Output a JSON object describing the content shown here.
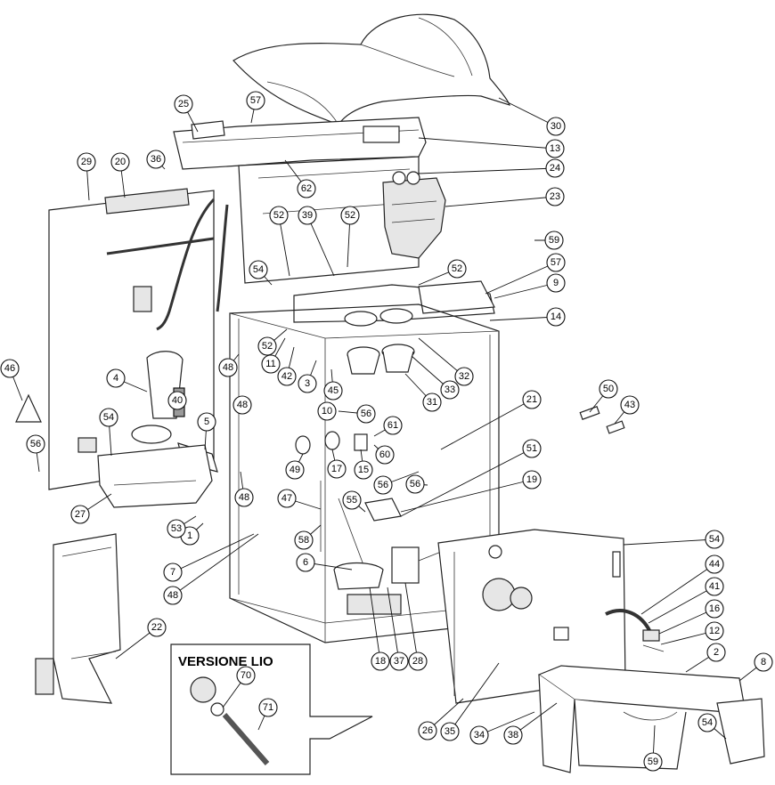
{
  "inset": {
    "title": "VERSIONE LIO"
  },
  "callouts": [
    {
      "label": "1"
    },
    {
      "label": "2"
    },
    {
      "label": "3"
    },
    {
      "label": "4"
    },
    {
      "label": "5"
    },
    {
      "label": "6"
    },
    {
      "label": "7"
    },
    {
      "label": "8"
    },
    {
      "label": "9"
    },
    {
      "label": "10"
    },
    {
      "label": "11"
    },
    {
      "label": "12"
    },
    {
      "label": "13"
    },
    {
      "label": "14"
    },
    {
      "label": "15"
    },
    {
      "label": "16"
    },
    {
      "label": "17"
    },
    {
      "label": "18"
    },
    {
      "label": "19"
    },
    {
      "label": "20"
    },
    {
      "label": "21"
    },
    {
      "label": "22"
    },
    {
      "label": "23"
    },
    {
      "label": "24"
    },
    {
      "label": "25"
    },
    {
      "label": "26"
    },
    {
      "label": "27"
    },
    {
      "label": "28"
    },
    {
      "label": "29"
    },
    {
      "label": "30"
    },
    {
      "label": "31"
    },
    {
      "label": "32"
    },
    {
      "label": "33"
    },
    {
      "label": "34"
    },
    {
      "label": "35"
    },
    {
      "label": "36"
    },
    {
      "label": "37"
    },
    {
      "label": "38"
    },
    {
      "label": "39"
    },
    {
      "label": "40"
    },
    {
      "label": "41"
    },
    {
      "label": "42"
    },
    {
      "label": "43"
    },
    {
      "label": "44"
    },
    {
      "label": "45"
    },
    {
      "label": "46"
    },
    {
      "label": "47"
    },
    {
      "label": "48"
    },
    {
      "label": "48"
    },
    {
      "label": "48"
    },
    {
      "label": "48"
    },
    {
      "label": "49"
    },
    {
      "label": "50"
    },
    {
      "label": "51"
    },
    {
      "label": "52"
    },
    {
      "label": "52"
    },
    {
      "label": "52"
    },
    {
      "label": "52"
    },
    {
      "label": "53"
    },
    {
      "label": "54"
    },
    {
      "label": "54"
    },
    {
      "label": "54"
    },
    {
      "label": "54"
    },
    {
      "label": "55"
    },
    {
      "label": "56"
    },
    {
      "label": "56"
    },
    {
      "label": "56"
    },
    {
      "label": "56"
    },
    {
      "label": "57"
    },
    {
      "label": "57"
    },
    {
      "label": "58"
    },
    {
      "label": "59"
    },
    {
      "label": "59"
    },
    {
      "label": "60"
    },
    {
      "label": "61"
    },
    {
      "label": "62"
    },
    {
      "label": "70"
    },
    {
      "label": "71"
    }
  ]
}
